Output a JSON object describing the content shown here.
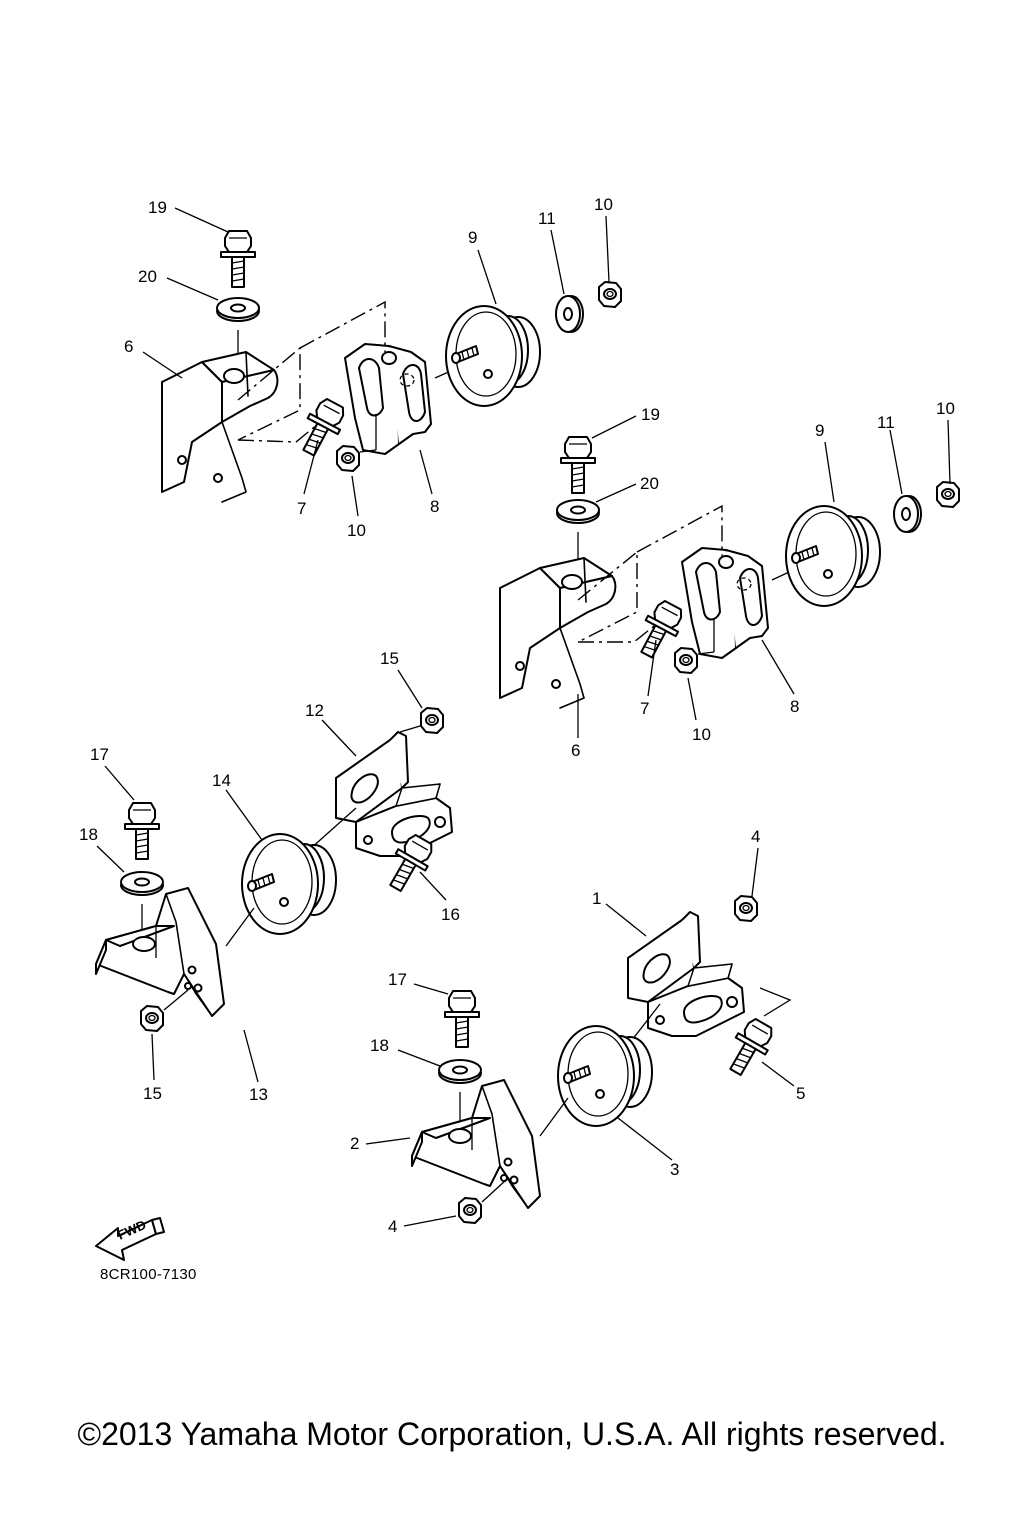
{
  "diagram": {
    "drawing_code": "8CR100-7130",
    "copyright": "©2013 Yamaha Motor Corporation, U.S.A. All rights reserved.",
    "fwd_label": "FWD",
    "callouts": [
      {
        "id": "c19a",
        "label": "19"
      },
      {
        "id": "c20a",
        "label": "20"
      },
      {
        "id": "c6a",
        "label": "6"
      },
      {
        "id": "c7a",
        "label": "7"
      },
      {
        "id": "c10a",
        "label": "10"
      },
      {
        "id": "c8a",
        "label": "8"
      },
      {
        "id": "c9a",
        "label": "9"
      },
      {
        "id": "c11a",
        "label": "11"
      },
      {
        "id": "c10b",
        "label": "10"
      },
      {
        "id": "c19b",
        "label": "19"
      },
      {
        "id": "c20b",
        "label": "20"
      },
      {
        "id": "c9b",
        "label": "9"
      },
      {
        "id": "c11b",
        "label": "11"
      },
      {
        "id": "c10c",
        "label": "10"
      },
      {
        "id": "c7b",
        "label": "7"
      },
      {
        "id": "c10d",
        "label": "10"
      },
      {
        "id": "c8b",
        "label": "8"
      },
      {
        "id": "c6b",
        "label": "6"
      },
      {
        "id": "c15a",
        "label": "15"
      },
      {
        "id": "c12",
        "label": "12"
      },
      {
        "id": "c17a",
        "label": "17"
      },
      {
        "id": "c14",
        "label": "14"
      },
      {
        "id": "c18a",
        "label": "18"
      },
      {
        "id": "c16",
        "label": "16"
      },
      {
        "id": "c15b",
        "label": "15"
      },
      {
        "id": "c13",
        "label": "13"
      },
      {
        "id": "c4a",
        "label": "4"
      },
      {
        "id": "c1",
        "label": "1"
      },
      {
        "id": "c17b",
        "label": "17"
      },
      {
        "id": "c18b",
        "label": "18"
      },
      {
        "id": "c5",
        "label": "5"
      },
      {
        "id": "c2",
        "label": "2"
      },
      {
        "id": "c3",
        "label": "3"
      },
      {
        "id": "c4b",
        "label": "4"
      }
    ]
  }
}
